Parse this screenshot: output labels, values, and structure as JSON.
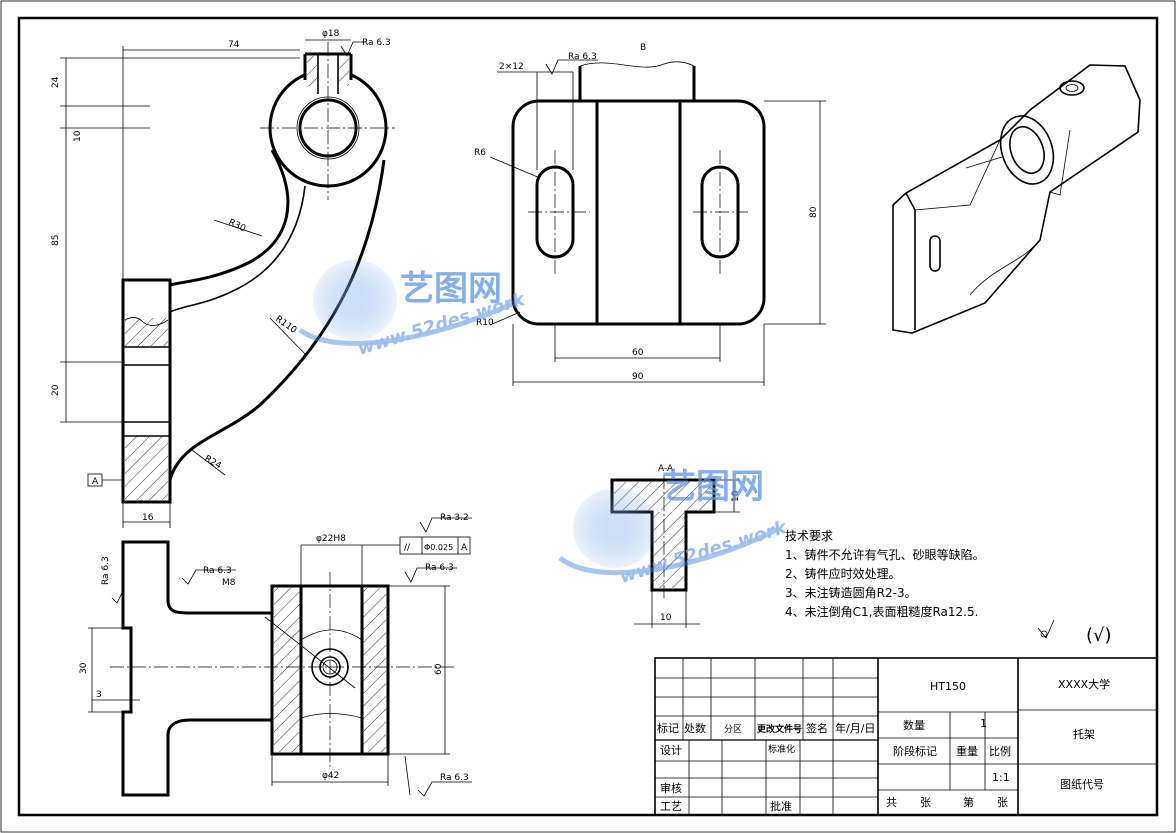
{
  "front_view": {
    "dims": {
      "d74": "74",
      "phi18": "φ18",
      "ra_top": "Ra 6.3",
      "d24": "24",
      "d10": "10",
      "d85": "85",
      "d20": "20",
      "d16": "16",
      "r30": "R30",
      "r110": "R110",
      "r24": "R24",
      "datum_a": "A"
    }
  },
  "side_view": {
    "dims": {
      "slot": "2×12",
      "ra": "Ra 6.3",
      "b_label": "B",
      "r6": "R6",
      "r10": "R10",
      "d80": "80",
      "d60": "60",
      "d90": "90"
    }
  },
  "top_view": {
    "dims": {
      "ra_left": "Ra 6.3",
      "ra_m8": "Ra 6.3",
      "m8": "M8",
      "phi22": "φ22H8",
      "ra32": "Ra 3.2",
      "tol_sym": "//",
      "tol_val": "Φ0.025",
      "tol_datum": "A",
      "ra_right": "Ra 6.3",
      "d30": "30",
      "d3": "3",
      "d60": "60",
      "phi42": "φ42",
      "ra_bottom": "Ra 6.3"
    }
  },
  "section": {
    "title": "A-A",
    "d10a": "10",
    "d10b": "10"
  },
  "tech_notes": {
    "title": "技术要求",
    "items": [
      "1、铸件不允许有气孔、砂眼等缺陷。",
      "2、铸件应时效处理。",
      "3、未注铸造圆角R2-3。",
      "4、未注倒角C1,表面粗糙度Ra12.5."
    ],
    "general_roughness": "(√)"
  },
  "watermark": {
    "brand": "艺图网",
    "url": "www.52des.work"
  },
  "title_block": {
    "material": "HT150",
    "school": "XXXX大学",
    "part_name": "托架",
    "drawing_no_label": "图纸代号",
    "qty_label": "数量",
    "qty_value": "1",
    "stage_label": "阶段标记",
    "weight_label": "重量",
    "scale_label": "比例",
    "scale_value": "1:1",
    "total_label": "共",
    "sheets_label": "张",
    "page_label": "第",
    "page_sheets_label": "张",
    "col_mark": "标记",
    "col_count": "处数",
    "col_zone": "分区",
    "col_change_doc": "更改文件号",
    "col_sign": "签名",
    "col_date": "年/月/日",
    "row_design": "设计",
    "row_standard": "标准化",
    "row_review": "审核",
    "row_process": "工艺",
    "row_approve": "批准"
  }
}
